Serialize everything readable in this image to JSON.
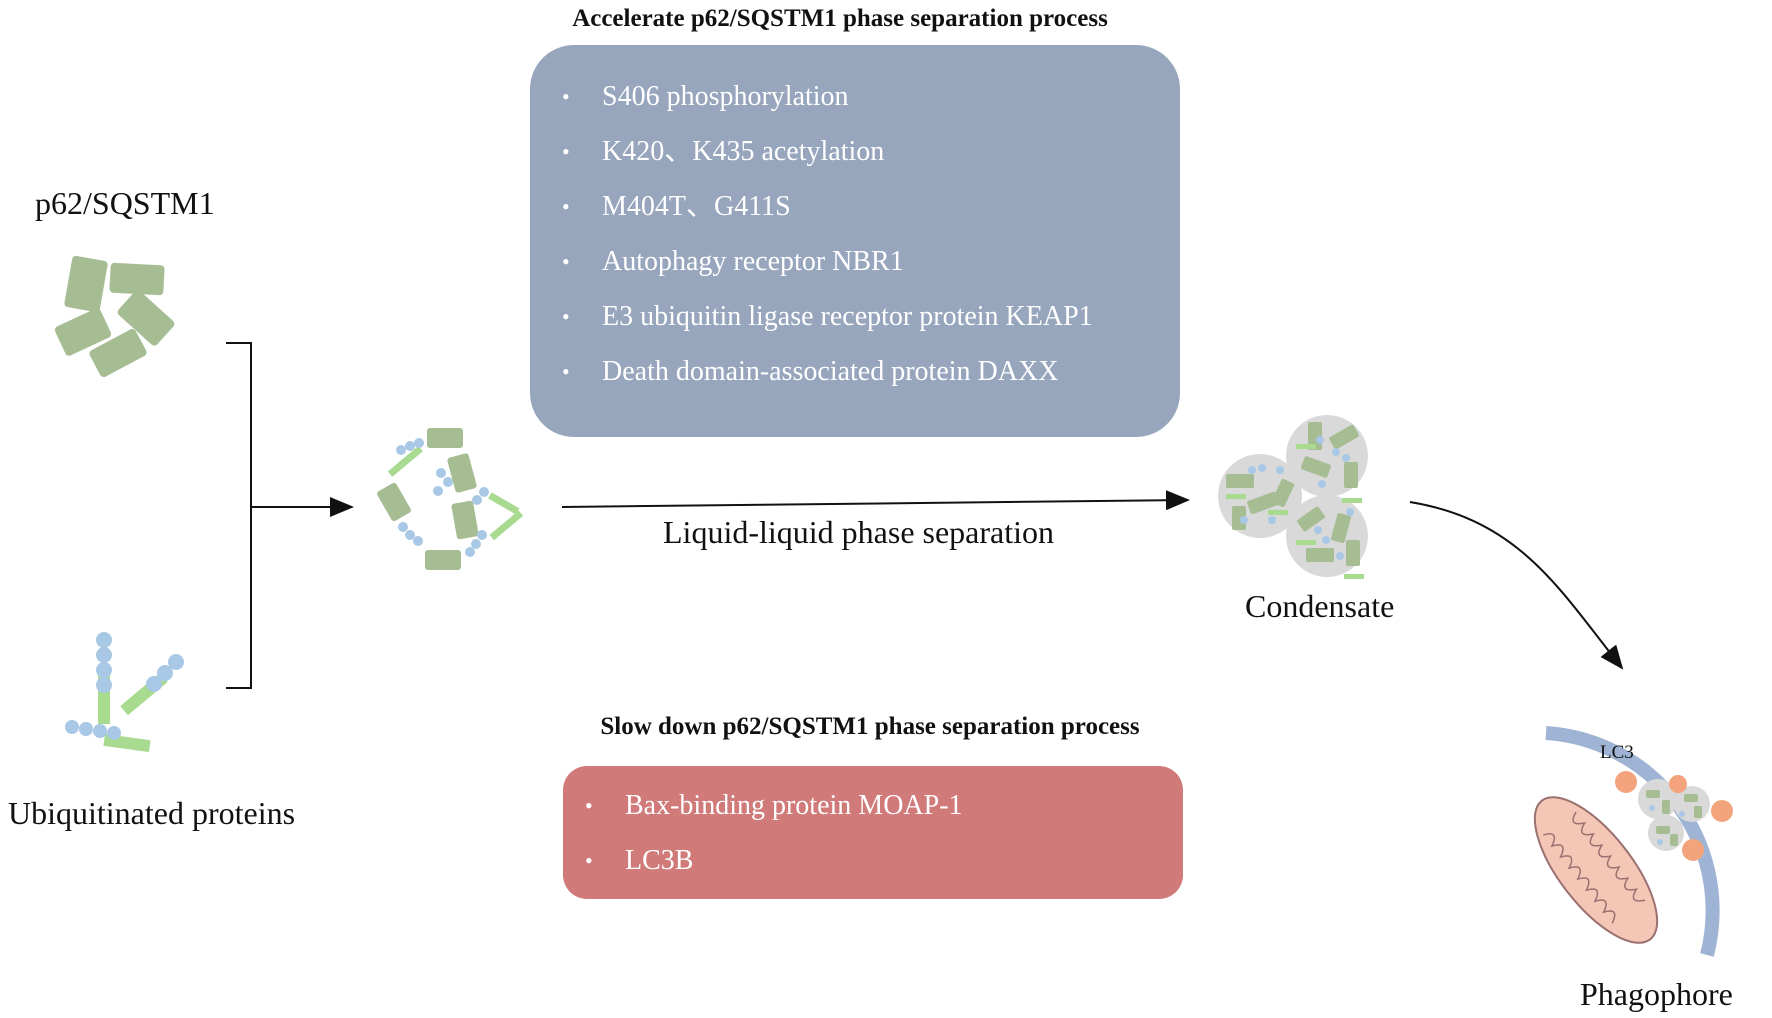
{
  "accelerate": {
    "heading": "Accelerate p62/SQSTM1 phase separation process",
    "items": [
      "S406 phosphorylation",
      "K420、K435 acetylation",
      "M404T、G411S",
      "Autophagy receptor NBR1",
      "E3 ubiquitin ligase receptor protein KEAP1",
      "Death domain-associated protein DAXX"
    ],
    "color": "#97a6bd"
  },
  "slow": {
    "heading": "Slow down p62/SQSTM1 phase separation process",
    "items": [
      "Bax-binding protein MOAP-1",
      "LC3B"
    ],
    "color": "#d07a7a"
  },
  "labels": {
    "p62": "p62/SQSTM1",
    "ubiquitinated": "Ubiquitinated proteins",
    "llps": "Liquid-liquid phase separation",
    "condensate": "Condensate",
    "lc3": "LC3",
    "phagophore": "Phagophore"
  },
  "colors": {
    "p62_block": "#a6bd94",
    "ubiquitin_bead": "#a9c8e6",
    "ubiquitin_chain": "#a8da90",
    "condensate_sphere": "#d9d9d9",
    "lc3_dot": "#f3a47c",
    "membrane": "#9fb3d4",
    "mitochondrion": "#f3c6b5"
  }
}
